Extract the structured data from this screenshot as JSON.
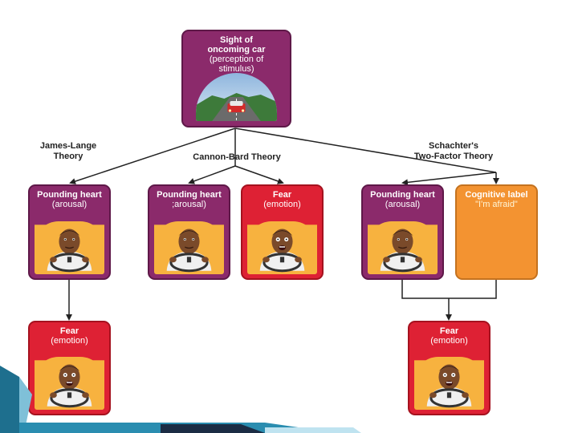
{
  "top": {
    "title": "Sight of\noncoming car",
    "subtitle": "(perception of\nstimulus)"
  },
  "theories": {
    "james_lange": "James-Lange\nTheory",
    "cannon_bard": "Cannon-Bard Theory",
    "schachter": "Schachter's\nTwo-Factor Theory"
  },
  "boxes": {
    "jl_heart": {
      "title": "Pounding heart",
      "subtitle": "(arousal)"
    },
    "cb_heart": {
      "title": "Pounding heart",
      "subtitle": ";arousal)"
    },
    "cb_fear": {
      "title": "Fear",
      "subtitle": "(emotion)"
    },
    "sc_heart": {
      "title": "Pounding heart",
      "subtitle": "(arousal)"
    },
    "sc_label": {
      "title": "Cognitive label",
      "subtitle": "\"I'm afraid\""
    },
    "jl_fear": {
      "title": "Fear",
      "subtitle": "(emotion)"
    },
    "sc_fear": {
      "title": "Fear",
      "subtitle": "(emotion)"
    }
  },
  "colors": {
    "arousal": "#8b2a6b",
    "emotion": "#de2134",
    "cognition": "#f39331",
    "connector": "#222222"
  },
  "icons": {
    "driver_calm": "driver-calm-illustration",
    "driver_afraid": "driver-afraid-illustration",
    "car_road": "oncoming-car-illustration"
  }
}
